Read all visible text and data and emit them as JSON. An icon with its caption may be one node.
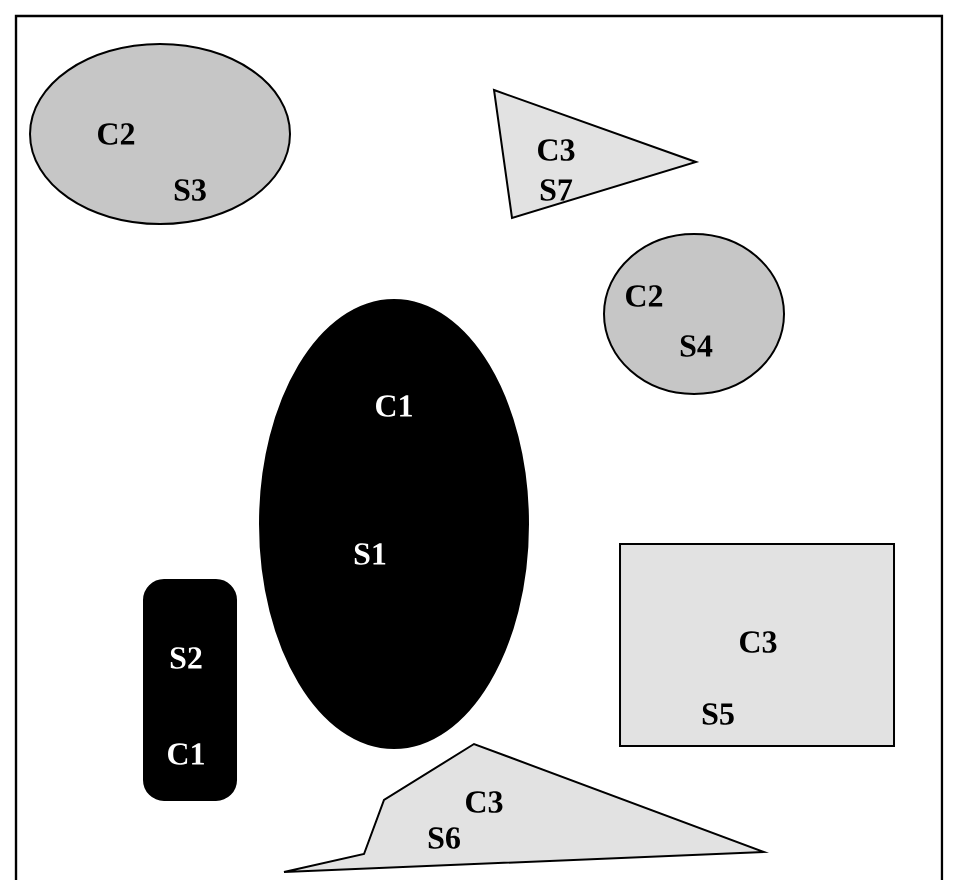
{
  "diagram": {
    "nodes": [
      {
        "text": [
          "C2",
          "S3"
        ]
      },
      {
        "text": [
          "C3",
          "S7"
        ]
      },
      {
        "text": [
          "C2",
          "S4"
        ]
      },
      {
        "text": [
          "C1",
          "S1"
        ]
      },
      {
        "text": [
          "C3",
          "S5"
        ]
      },
      {
        "text": [
          "S2",
          "C1"
        ]
      },
      {
        "text": [
          "C3",
          "S6"
        ]
      }
    ]
  }
}
